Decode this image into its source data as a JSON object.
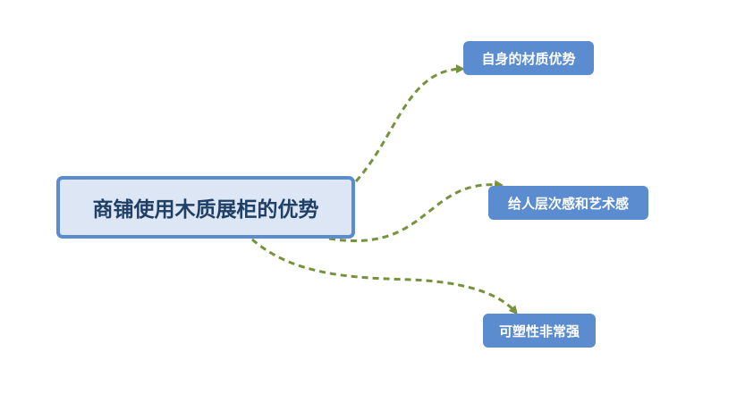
{
  "diagram": {
    "root": {
      "label": "商铺使用木质展柜的优势"
    },
    "children": [
      {
        "label": "自身的材质优势"
      },
      {
        "label": "给人层次感和艺术感"
      },
      {
        "label": "可塑性非常强"
      }
    ],
    "colors": {
      "root_fill": "#dce6f4",
      "root_border": "#5b8ccf",
      "root_text": "#1f3f66",
      "child_fill": "#5b8ccf",
      "child_text": "#ffffff",
      "connector": "#76923c"
    }
  }
}
